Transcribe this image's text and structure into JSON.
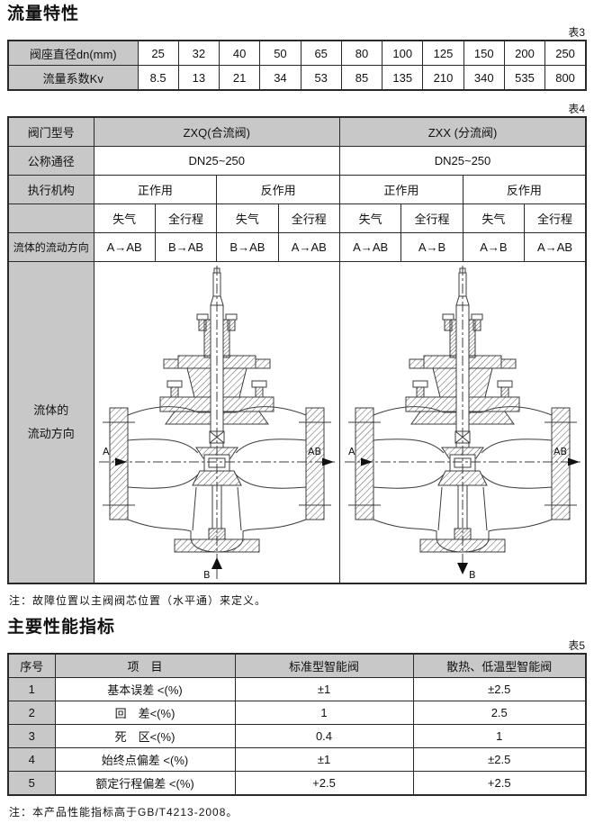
{
  "header": {
    "flow_title": "流量特性",
    "perf_title": "主要性能指标",
    "table3_tag": "表3",
    "table4_tag": "表4",
    "table5_tag": "表5"
  },
  "notes": {
    "fault_note": "注：故障位置以主阀阀芯位置（水平通）来定义。",
    "perf_note": "注：本产品性能指标高于GB/T4213-2008。"
  },
  "table3": {
    "row1_label": "阀座直径dn(mm)",
    "row1_values": [
      "25",
      "32",
      "40",
      "50",
      "65",
      "80",
      "100",
      "125",
      "150",
      "200",
      "250"
    ],
    "row2_label": "流量系数Kv",
    "row2_values": [
      "8.5",
      "13",
      "21",
      "34",
      "53",
      "85",
      "135",
      "210",
      "340",
      "535",
      "800"
    ]
  },
  "table4": {
    "row_model_label": "阀门型号",
    "models": [
      "ZXQ(合流阀)",
      "ZXX (分流阀)"
    ],
    "row_dn_label": "公称通径",
    "dn_values": [
      "DN25~250",
      "DN25~250"
    ],
    "row_actuator_label": "执行机构",
    "actuators": [
      "正作用",
      "反作用",
      "正作用",
      "反作用"
    ],
    "conditions": [
      "失气",
      "全行程",
      "失气",
      "全行程",
      "失气",
      "全行程",
      "失气",
      "全行程"
    ],
    "row_flow_label": "流体的流动方向",
    "drawing_label_line1": "流体的",
    "drawing_label_line2": "流动方向",
    "flow_directions": [
      "A→AB",
      "B→AB",
      "B→AB",
      "A→AB",
      "A→AB",
      "A→B",
      "A→B",
      "A→AB"
    ],
    "drawing_labels": {
      "a": "A",
      "ab": "AB",
      "b": "B"
    }
  },
  "table5": {
    "headers": [
      "序号",
      "项　目",
      "标准型智能阀",
      "散热、低温型智能阀"
    ],
    "rows": [
      [
        "1",
        "基本误差 <(%)",
        "±1",
        "±2.5"
      ],
      [
        "2",
        "回　差<(%)",
        "1",
        "2.5"
      ],
      [
        "3",
        "死　区<(%)",
        "0.4",
        "1"
      ],
      [
        "4",
        "始终点偏差 <(%)",
        "±1",
        "±2.5"
      ],
      [
        "5",
        "额定行程偏差 <(%)",
        "+2.5",
        "+2.5"
      ]
    ]
  }
}
